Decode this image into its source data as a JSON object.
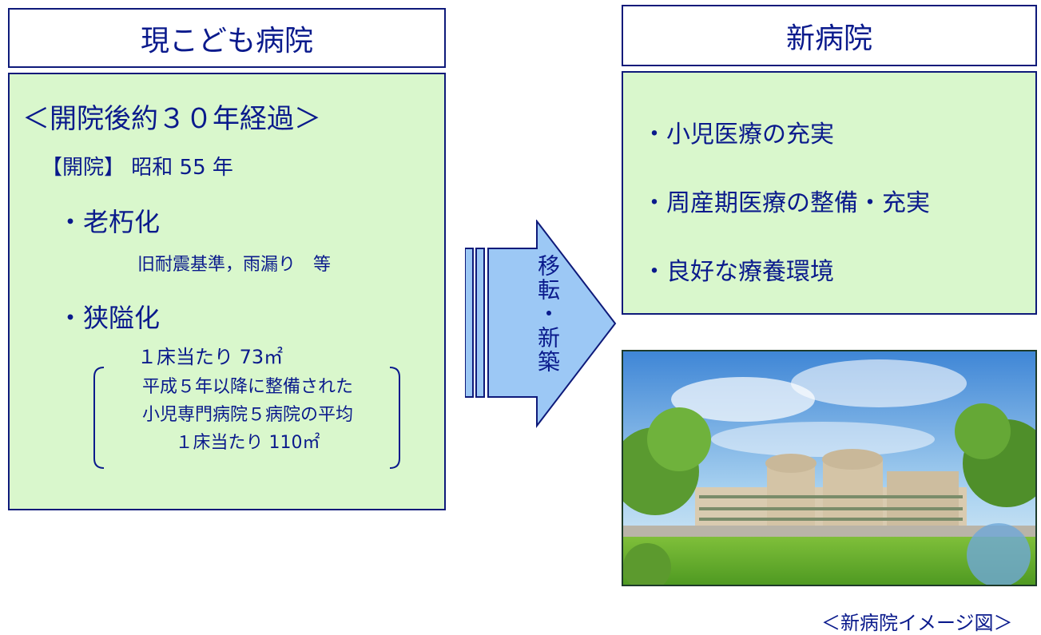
{
  "current_hospital": {
    "title": "現こども病院",
    "heading": "＜開院後約３０年経過＞",
    "opened": "【開院】 昭和 55 年",
    "bullet1": "・老朽化",
    "bullet1_sub": "旧耐震基準，雨漏り　等",
    "bullet2": "・狭隘化",
    "bullet2_sub": "１床当たり 73㎡",
    "bracket_line1": "平成５年以降に整備された",
    "bracket_line2": "小児専門病院５病院の平均",
    "bracket_line3": "１床当たり 110㎡"
  },
  "arrow": {
    "label": "移転・新築"
  },
  "new_hospital": {
    "title": "新病院",
    "items": [
      "・小児医療の充実",
      "・周産期医療の整備・充実",
      "・良好な療養環境"
    ],
    "image_caption": "＜新病院イメージ図＞"
  },
  "colors": {
    "panel_fill": "#d9f7cc",
    "text": "#0a1a8c",
    "border": "#0e1a7a",
    "arrow_fill": "#9cc8f5"
  }
}
